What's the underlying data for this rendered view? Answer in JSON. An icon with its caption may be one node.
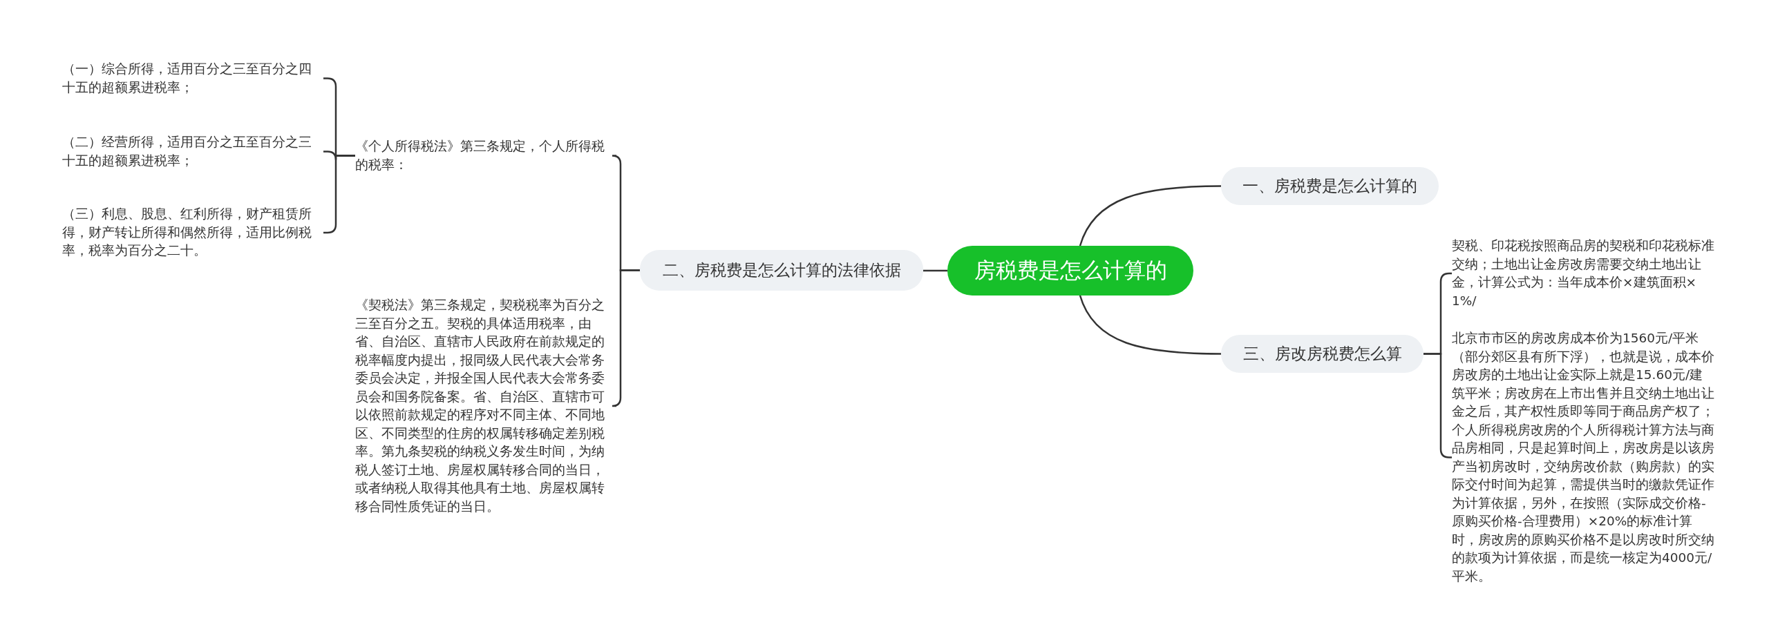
{
  "diagram": {
    "nodes": [
      {
        "text": [
          "房税费是怎么计算的"
        ]
      },
      {
        "text": [
          "一、房税费是怎么计算的"
        ]
      },
      {
        "text": [
          "二、房税费是怎么计算的法律依据"
        ]
      },
      {
        "text": [
          "三、房改房税费怎么算"
        ]
      },
      {
        "text": [
          "《个人所得税法》第三条规定，个人所得税的税率："
        ]
      },
      {
        "text": [
          "《契税法》第三条规定，契税税率为百分之三至百分之五。契税的具体适用税率，由省、自治区、直辖市人民政府在前款规定的税率幅度内提出，报同级人民代表大会常务委员会决定，并报全国人民代表大会常务委员会和国务院备案。省、自治区、直辖市可以依照前款规定的程序对不同主体、不同地区、不同类型的住房的权属转移确定差别税率。第九条契税的纳税义务发生时间，为纳税人签订土地、房屋权属转移合同的当日，或者纳税人取得其他具有土地、房屋权属转移合同性质凭证的当日。"
        ]
      },
      {
        "text": [
          "（一）综合所得，适用百分之三至百分之四十五的超额累进税率；"
        ]
      },
      {
        "text": [
          "（二）经营所得，适用百分之五至百分之三十五的超额累进税率；"
        ]
      },
      {
        "text": [
          "（三）利息、股息、红利所得，财产租赁所得，财产转让所得和偶然所得，适用比例税率，税率为百分之二十。"
        ]
      },
      {
        "text": [
          "契税、印花税按照商品房的契税和印花税标准交纳；土地出让金房改房需要交纳土地出让金，计算公式为：当年成本价×建筑面积×1%/"
        ]
      },
      {
        "text": [
          "北京市市区的房改房成本价为1560元/平米（部分郊区县有所下浮），也就是说，成本价房改房的土地出让金实际上就是15.60元/建筑平米；房改房在上市出售并且交纳土地出让金之后，其产权性质即等同于商品房产权了；个人所得税房改房的个人所得税计算方法与商品房相同，只是起算时间上，房改房是以该房产当初房改时，交纳房改价款（购房款）的实际交付时间为起算，需提供当时的缴款凭证作为计算依据，另外，在按照（实际成交价格-原购买价格-合理费用）×20%的标准计算时，房改房的原购买价格不是以房改时所交纳的款项为计算依据，而是统一核定为4000元/平米。"
        ]
      }
    ],
    "edges": [
      {
        "from": 0,
        "to": 1,
        "arrow": "none"
      },
      {
        "from": 0,
        "to": 2,
        "arrow": "none"
      },
      {
        "from": 0,
        "to": 3,
        "arrow": "none"
      },
      {
        "from": 2,
        "to": 4,
        "arrow": "none"
      },
      {
        "from": 2,
        "to": 5,
        "arrow": "none"
      },
      {
        "from": 4,
        "to": 6,
        "arrow": "none"
      },
      {
        "from": 4,
        "to": 7,
        "arrow": "none"
      },
      {
        "from": 4,
        "to": 8,
        "arrow": "none"
      },
      {
        "from": 3,
        "to": 9,
        "arrow": "none"
      },
      {
        "from": 3,
        "to": 10,
        "arrow": "none"
      }
    ]
  }
}
